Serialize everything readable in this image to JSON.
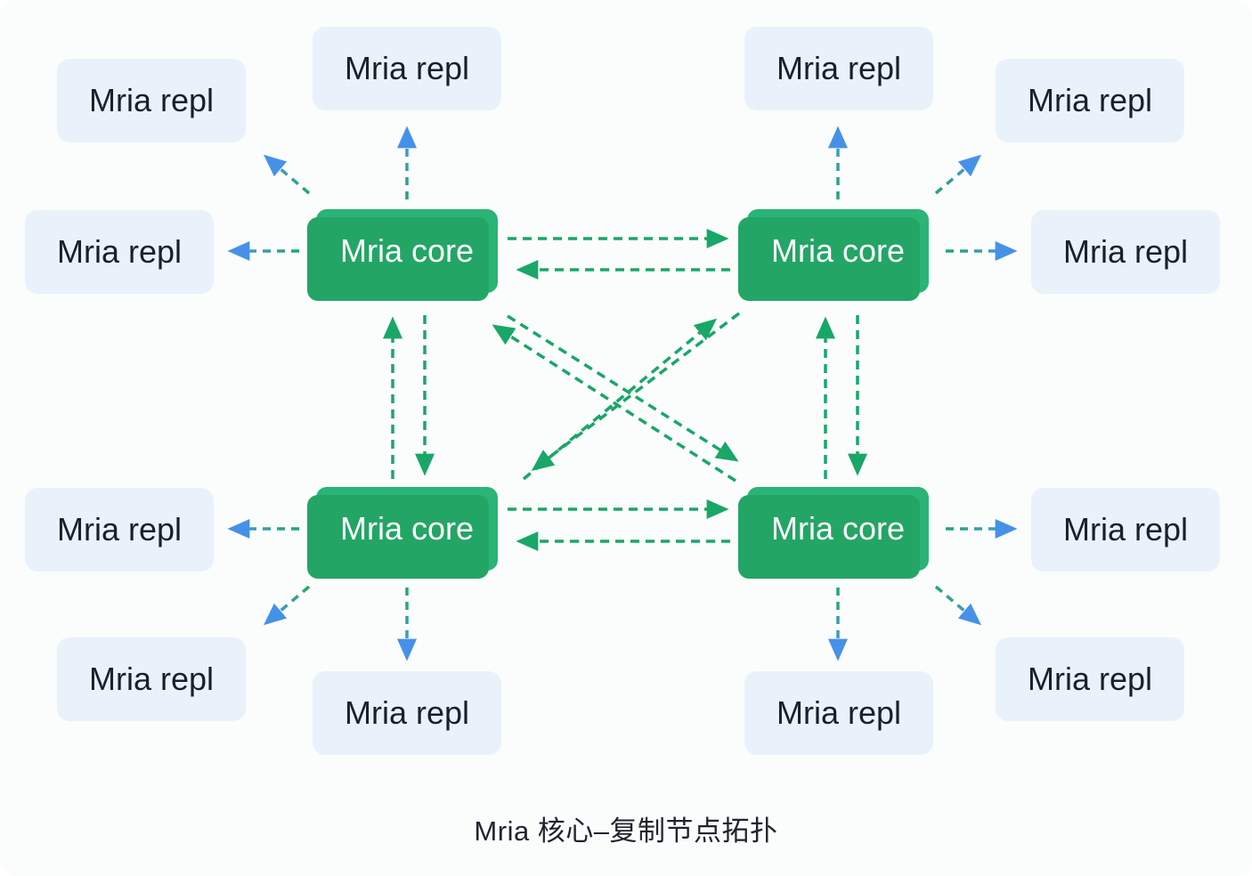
{
  "diagram": {
    "caption": "Mria 核心–复制节点拓扑",
    "colors": {
      "background": "#fbfdfc",
      "core_fill": "#2ab475",
      "core_back_fill": "#23a565",
      "core_text": "#ffffff",
      "repl_fill": "#e9f2fb",
      "repl_text": "#17202c",
      "core_link_green": "#19a768",
      "repl_link_gradient_start": "#1fa868",
      "repl_link_gradient_end": "#4a96e6",
      "repl_arrowhead_blue": "#4691e8"
    },
    "link_style": "dashed",
    "nodes": {
      "cores": [
        {
          "id": "core-top-left",
          "label": "Mria core"
        },
        {
          "id": "core-top-right",
          "label": "Mria core"
        },
        {
          "id": "core-bottom-left",
          "label": "Mria core"
        },
        {
          "id": "core-bottom-right",
          "label": "Mria core"
        }
      ],
      "replicas": [
        {
          "id": "repl-top-left",
          "label": "Mria repl"
        },
        {
          "id": "repl-top-mid-left",
          "label": "Mria repl"
        },
        {
          "id": "repl-top-mid-right",
          "label": "Mria repl"
        },
        {
          "id": "repl-top-right",
          "label": "Mria repl"
        },
        {
          "id": "repl-mid-left",
          "label": "Mria repl"
        },
        {
          "id": "repl-mid-right",
          "label": "Mria repl"
        },
        {
          "id": "repl-lower-mid-left",
          "label": "Mria repl"
        },
        {
          "id": "repl-lower-mid-right",
          "label": "Mria repl"
        },
        {
          "id": "repl-bottom-left",
          "label": "Mria repl"
        },
        {
          "id": "repl-bottom-mid-left",
          "label": "Mria repl"
        },
        {
          "id": "repl-bottom-mid-right",
          "label": "Mria repl"
        },
        {
          "id": "repl-bottom-right",
          "label": "Mria repl"
        }
      ]
    },
    "edges": {
      "core_core_bidirectional": [
        [
          "core-top-left",
          "core-top-right"
        ],
        [
          "core-bottom-left",
          "core-bottom-right"
        ],
        [
          "core-top-left",
          "core-bottom-left"
        ],
        [
          "core-top-right",
          "core-bottom-right"
        ],
        [
          "core-top-left",
          "core-bottom-right"
        ],
        [
          "core-top-right",
          "core-bottom-left"
        ]
      ],
      "core_to_replica": [
        [
          "core-top-left",
          "repl-top-left"
        ],
        [
          "core-top-left",
          "repl-top-mid-left"
        ],
        [
          "core-top-left",
          "repl-mid-left"
        ],
        [
          "core-top-right",
          "repl-top-mid-right"
        ],
        [
          "core-top-right",
          "repl-top-right"
        ],
        [
          "core-top-right",
          "repl-mid-right"
        ],
        [
          "core-bottom-left",
          "repl-lower-mid-left"
        ],
        [
          "core-bottom-left",
          "repl-bottom-left"
        ],
        [
          "core-bottom-left",
          "repl-bottom-mid-left"
        ],
        [
          "core-bottom-right",
          "repl-lower-mid-right"
        ],
        [
          "core-bottom-right",
          "repl-bottom-mid-right"
        ],
        [
          "core-bottom-right",
          "repl-bottom-right"
        ]
      ]
    }
  }
}
